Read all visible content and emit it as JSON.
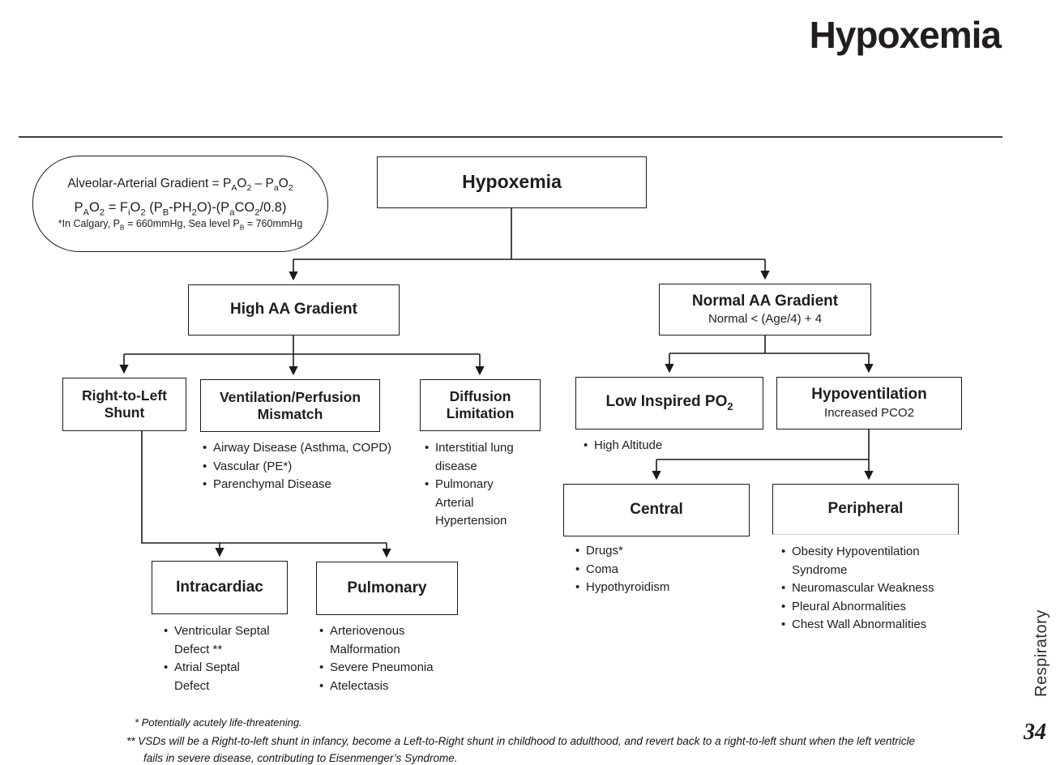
{
  "page": {
    "title": "Hypoxemia",
    "section_label": "Respiratory",
    "page_number": "34"
  },
  "formula_box": {
    "line1": "Alveolar-Arterial Gradient = P_{A}O_{2} – P_{a}O_{2}",
    "line2": "P_{A}O_{2} = F_{i}O_{2} (P_{B}-PH_{2}O)-(P_{a}CO_{2}/0.8)",
    "line3": "*In Calgary, P_{B} = 660mmHg, Sea level P_{B} = 760mmHg"
  },
  "tree": {
    "root": {
      "label": "Hypoxemia"
    },
    "high_aa": {
      "label": "High AA Gradient"
    },
    "normal_aa": {
      "label": "Normal AA Gradient",
      "subtitle": "Normal < (Age/4) + 4"
    },
    "rtl_shunt": {
      "label": "Right-to-Left Shunt"
    },
    "vq_mismatch": {
      "label": "Ventilation/Perfusion Mismatch",
      "bullets": [
        "Airway Disease (Asthma, COPD)",
        "Vascular (PE*)",
        "Parenchymal Disease"
      ]
    },
    "diffusion": {
      "label": "Diffusion Limitation",
      "bullets": [
        "Interstitial lung disease",
        "Pulmonary Arterial Hypertension"
      ]
    },
    "low_inspired": {
      "label": "Low Inspired PO_{2}",
      "bullets": [
        "High Altitude"
      ]
    },
    "hypoventilation": {
      "label": "Hypoventilation",
      "subtitle": "Increased PCO2"
    },
    "intracardiac": {
      "label": "Intracardiac",
      "bullets": [
        "Ventricular Septal Defect **",
        "Atrial Septal Defect"
      ]
    },
    "pulmonary": {
      "label": "Pulmonary",
      "bullets": [
        "Arteriovenous Malformation",
        "Severe Pneumonia",
        "Atelectasis"
      ]
    },
    "central": {
      "label": "Central",
      "bullets": [
        "Drugs*",
        "Coma",
        "Hypothyroidism"
      ]
    },
    "peripheral": {
      "label": "Peripheral",
      "bullets": [
        "Obesity Hypoventilation Syndrome",
        "Neuromascular Weakness",
        "Pleural Abnormalities",
        "Chest Wall Abnormalities"
      ]
    }
  },
  "footnotes": [
    "* Potentially acutely life-threatening.",
    "** VSDs will be a Right-to-left shunt in infancy, become a Left-to-Right shunt in childhood to adulthood, and revert back to a right-to-left shunt when the left ventricle fails in severe disease, contributing to Eisenmenger’s Syndrome."
  ],
  "colors": {
    "ink": "#1f1d1e",
    "box_border": "#1a1a1a",
    "background": "#ffffff"
  }
}
